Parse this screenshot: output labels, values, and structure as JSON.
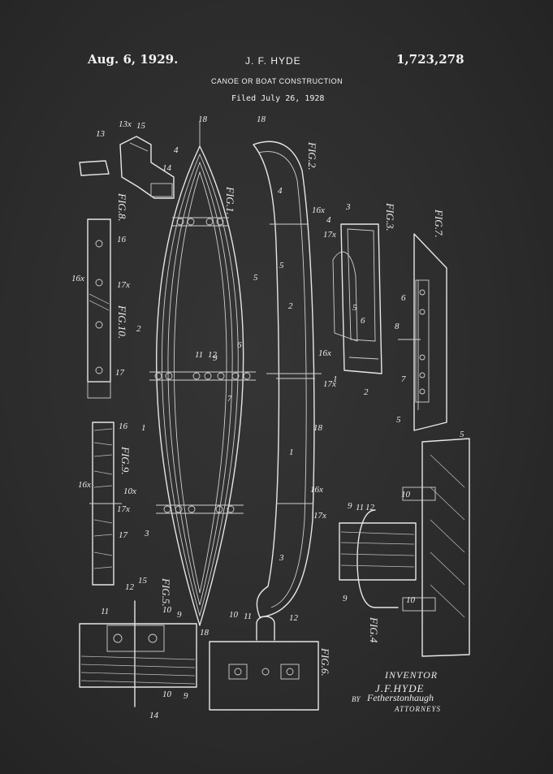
{
  "header": {
    "date": "Aug. 6, 1929.",
    "inventor": "J. F. HYDE",
    "patent_number": "1,723,278",
    "title": "CANOE OR BOAT CONSTRUCTION",
    "filed": "Filed July 26, 1928"
  },
  "figures": {
    "fig1": "FIG.1.",
    "fig2": "FIG.2.",
    "fig3": "FIG.3.",
    "fig4": "FIG.4",
    "fig5": "FIG.5.",
    "fig6": "FIG.6.",
    "fig7": "FIG.7.",
    "fig8": "FIG.8.",
    "fig9": "FIG.9.",
    "fig10": "FIG.10."
  },
  "refs": {
    "r1": "1",
    "r2": "2",
    "r3": "3",
    "r4": "4",
    "r5": "5",
    "r6": "6",
    "r7": "7",
    "r8": "8",
    "r9": "9",
    "r10": "10",
    "r11": "11",
    "r12": "12",
    "r13": "13",
    "r14": "14",
    "r15": "15",
    "r16": "16",
    "r17": "17",
    "r18": "18",
    "r13x": "13x",
    "r16x": "16x",
    "r17x": "17x",
    "r10x": "10x"
  },
  "signature": {
    "inventor_label": "INVENTOR",
    "inventor_name": "J.F.HYDE",
    "by": "BY",
    "attorney": "Fetherstonhaugh",
    "attorneys_label": "ATTORNEYS"
  }
}
